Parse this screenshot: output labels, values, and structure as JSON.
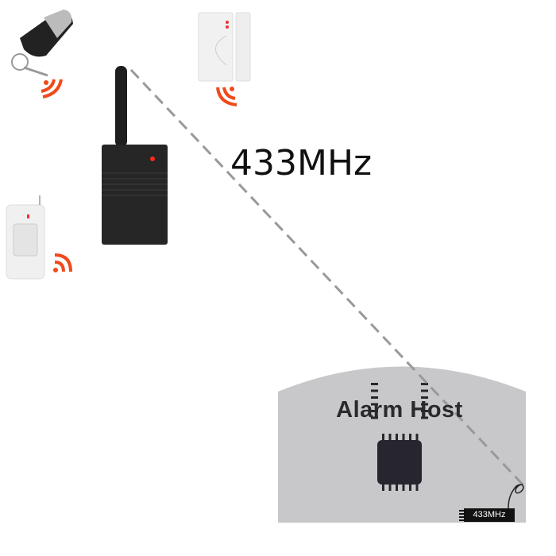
{
  "diagram": {
    "frequency_label": "433MHz",
    "host": {
      "title": "Alarm Host",
      "module_label": "433MHz"
    },
    "colors": {
      "signal": "#f04a1a",
      "host_fill": "#c8c8ca",
      "device_dark": "#232323",
      "link_line": "#999999"
    },
    "devices": [
      "remote-keyfob",
      "door-sensor",
      "pir-sensor",
      "repeater"
    ]
  }
}
